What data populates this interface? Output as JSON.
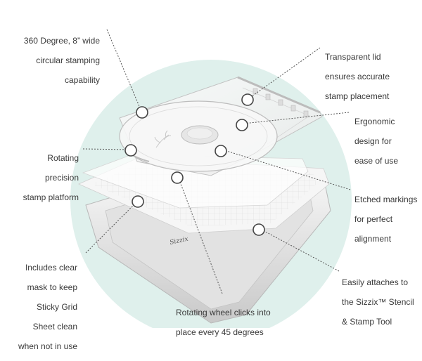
{
  "colors": {
    "background_circle": "#dff0ec",
    "marker_stroke": "#444444",
    "leader_line": "#555555",
    "text": "#3a3a3a"
  },
  "callouts": {
    "stamping_capability": [
      "360 Degree, 8” wide",
      "circular stamping",
      "capability"
    ],
    "transparent_lid": [
      "Transparent lid",
      "ensures accurate",
      "stamp placement"
    ],
    "ergonomic_design": [
      "Ergonomic",
      "design for",
      "ease of use"
    ],
    "rotating_platform": [
      "Rotating",
      "precision",
      "stamp platform"
    ],
    "etched_markings": [
      "Etched markings",
      "for perfect",
      "alignment"
    ],
    "clear_mask": [
      "Includes clear",
      "mask to keep",
      "Sticky Grid",
      "Sheet clean",
      "when not in use"
    ],
    "attaches_tool": [
      "Easily attaches to",
      "the Sizzix™ Stencil",
      "& Stamp Tool"
    ],
    "rotating_wheel": [
      "Rotating wheel clicks into",
      "place every 45 degrees"
    ]
  },
  "brand_mark": "Sizzix"
}
